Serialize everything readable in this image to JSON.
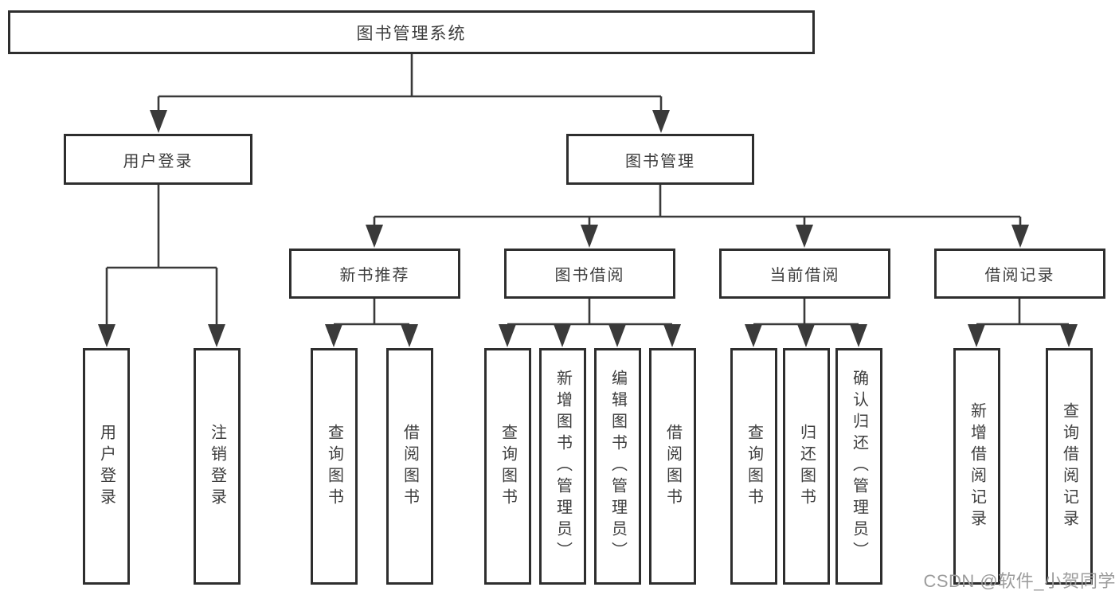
{
  "root": "图书管理系统",
  "level2": [
    "用户登录",
    "图书管理"
  ],
  "level3": [
    "新书推荐",
    "图书借阅",
    "当前借阅",
    "借阅记录"
  ],
  "leaves": [
    "用户登录",
    "注销登录",
    "查询图书",
    "借阅图书",
    "查询图书",
    "新增图书（管理员）",
    "编辑图书（管理员）",
    "借阅图书",
    "查询图书",
    "归还图书",
    "确认归还（管理员）",
    "新增借阅记录",
    "查询借阅记录"
  ],
  "watermark": "CSDN @软件_小贺同学",
  "colors": {
    "line": "#3a3a3a",
    "box_border": "#2e2e2e",
    "text": "#3d3d3d",
    "watermark": "#9c9c9c",
    "background": "#ffffff"
  }
}
